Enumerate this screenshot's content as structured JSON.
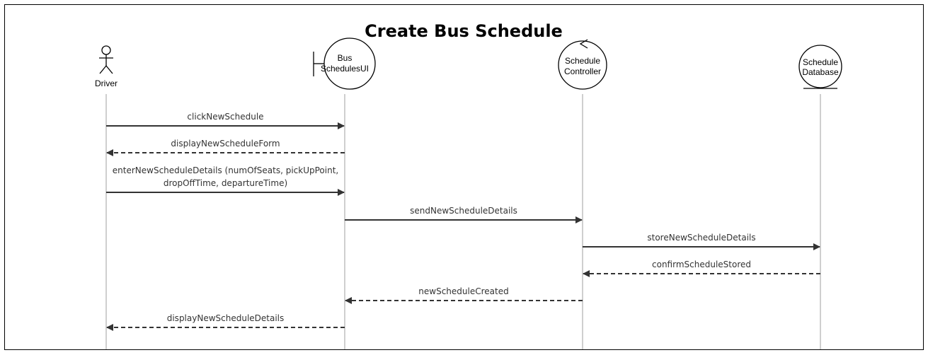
{
  "title": "Create Bus Schedule",
  "participants": [
    {
      "id": "driver",
      "type": "actor",
      "label_lines": [
        "Driver"
      ]
    },
    {
      "id": "ui",
      "type": "boundary",
      "label_lines": [
        "Bus",
        "SchedulesUI"
      ]
    },
    {
      "id": "controller",
      "type": "control",
      "label_lines": [
        "Schedule",
        "Controller"
      ]
    },
    {
      "id": "database",
      "type": "entity",
      "label_lines": [
        "Schedule",
        "Database"
      ]
    }
  ],
  "messages": [
    {
      "from": "driver",
      "to": "ui",
      "style": "solid",
      "label_lines": [
        "clickNewSchedule"
      ]
    },
    {
      "from": "ui",
      "to": "driver",
      "style": "dashed",
      "label_lines": [
        "displayNewScheduleForm"
      ]
    },
    {
      "from": "driver",
      "to": "ui",
      "style": "solid",
      "label_lines": [
        "enterNewScheduleDetails (numOfSeats, pickUpPoint,",
        "dropOffTime, departureTime)"
      ]
    },
    {
      "from": "ui",
      "to": "controller",
      "style": "solid",
      "label_lines": [
        "sendNewScheduleDetails"
      ]
    },
    {
      "from": "controller",
      "to": "database",
      "style": "solid",
      "label_lines": [
        "storeNewScheduleDetails"
      ]
    },
    {
      "from": "database",
      "to": "controller",
      "style": "dashed",
      "label_lines": [
        "confirmScheduleStored"
      ]
    },
    {
      "from": "controller",
      "to": "ui",
      "style": "dashed",
      "label_lines": [
        "newScheduleCreated"
      ]
    },
    {
      "from": "ui",
      "to": "driver",
      "style": "dashed",
      "label_lines": [
        "displayNewScheduleDetails"
      ]
    }
  ]
}
